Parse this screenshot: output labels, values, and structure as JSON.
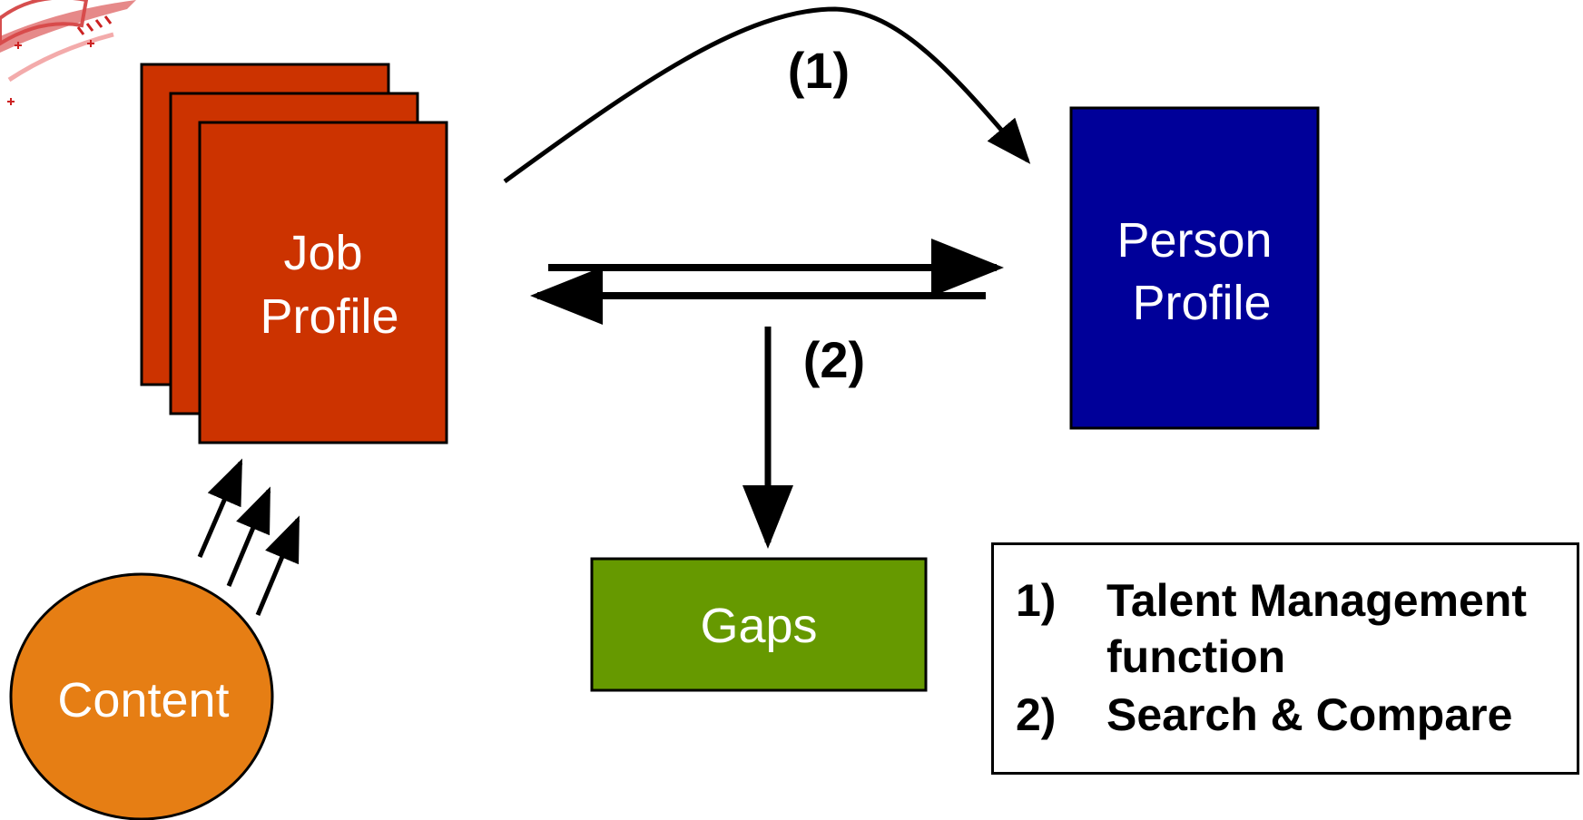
{
  "diagram": {
    "job_profile_label_line1": "Job",
    "job_profile_label_line2": "Profile",
    "person_profile_label_line1": "Person",
    "person_profile_label_line2": "Profile",
    "gaps_label": "Gaps",
    "content_label": "Content",
    "flow_1_label": "(1)",
    "flow_2_label": "(2)"
  },
  "legend": {
    "item1_number": "1)",
    "item1_text": "Talent Management function",
    "item2_number": "2)",
    "item2_text": "Search & Compare"
  },
  "colors": {
    "job_profile": "#cc3300",
    "person_profile": "#000099",
    "gaps": "#669900",
    "content": "#e67e14",
    "stroke": "#000000",
    "logo": "#cc2222"
  },
  "icons": {
    "logo": "red-circular-logo-fragment"
  }
}
